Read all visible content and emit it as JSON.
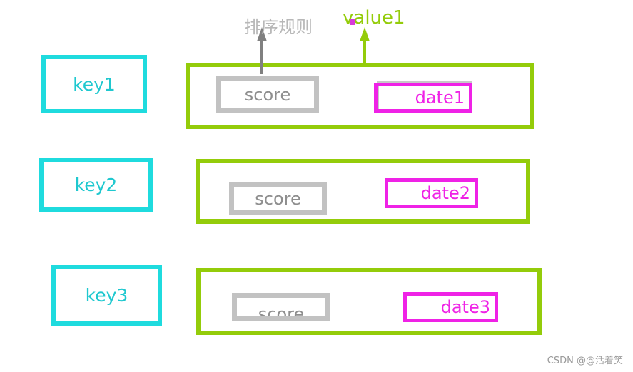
{
  "rows": [
    {
      "key": "key1",
      "score": "score",
      "date": "date1"
    },
    {
      "key": "key2",
      "score": "score",
      "date": "date2"
    },
    {
      "key": "key3",
      "score": "score",
      "date": "date3"
    }
  ],
  "annotations": {
    "sort_rule": "排序规则",
    "value": "value1"
  },
  "watermark": "CSDN @@活着笑",
  "colors": {
    "key": "#1fdbde",
    "value": "#94cc0a",
    "score": "#c2c2c2",
    "date": "#ef22e6",
    "sort_arrow": "#808080"
  }
}
